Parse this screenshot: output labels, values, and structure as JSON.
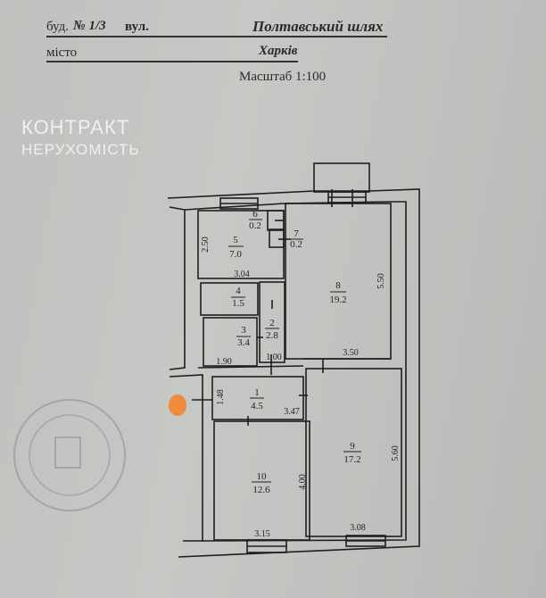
{
  "header": {
    "building_label": "буд.",
    "building_value": "№ 1/3",
    "street_label": "вул.",
    "street_value": "Полтавський шлях",
    "city_label": "місто",
    "city_value": "Харків",
    "scale": "Масштаб 1:100"
  },
  "rooms": [
    {
      "number": "1",
      "area": "4.5"
    },
    {
      "number": "2",
      "area": "2.8"
    },
    {
      "number": "3",
      "area": "3.4"
    },
    {
      "number": "4",
      "area": "1.5"
    },
    {
      "number": "5",
      "area": "7.0"
    },
    {
      "number": "6",
      "area": "0.2"
    },
    {
      "number": "7",
      "area": "0.2"
    },
    {
      "number": "8",
      "area": "19.2"
    },
    {
      "number": "9",
      "area": "17.2"
    },
    {
      "number": "10",
      "area": "12.6"
    }
  ],
  "dimensions": {
    "room5_height": "2.50",
    "room5_width": "3.04",
    "room3_width": "1.90",
    "room2_width": "1.00",
    "room8_height": "5.50",
    "room8_width": "3.50",
    "room1_height": "1.48",
    "room1_width": "3.47",
    "room10_height": "4.00",
    "room10_width": "3.15",
    "room9_height": "5.60",
    "room9_width": "3.08"
  },
  "watermark": {
    "line1": "КОНТРАКТ",
    "line2": "НЕРУХОМІСТЬ"
  },
  "colors": {
    "paper": "#c4c6c3",
    "ink": "#222222",
    "marker": "#f08a3c"
  }
}
